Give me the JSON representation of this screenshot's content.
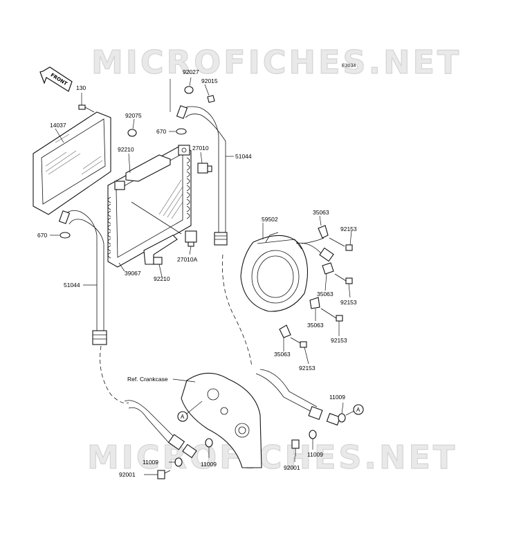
{
  "watermark": {
    "text": "MICROFICHES.NET"
  },
  "diagram": {
    "code": "E3034"
  },
  "front_arrow": {
    "label": "FRONT"
  },
  "reference": {
    "crankcase": "Ref. Crankcase",
    "marker": "A"
  },
  "parts": [
    {
      "key": "p130",
      "number": "130"
    },
    {
      "key": "p14037",
      "number": "14037"
    },
    {
      "key": "p92075",
      "number": "92075"
    },
    {
      "key": "p92210a",
      "number": "92210"
    },
    {
      "key": "p92027",
      "number": "92027"
    },
    {
      "key": "p92015",
      "number": "92015"
    },
    {
      "key": "p670a",
      "number": "670"
    },
    {
      "key": "p27010",
      "number": "27010"
    },
    {
      "key": "p51044a",
      "number": "51044"
    },
    {
      "key": "p670b",
      "number": "670"
    },
    {
      "key": "p51044b",
      "number": "51044"
    },
    {
      "key": "p39067",
      "number": "39067"
    },
    {
      "key": "p92210b",
      "number": "92210"
    },
    {
      "key": "p27010a",
      "number": "27010A"
    },
    {
      "key": "p59502",
      "number": "59502"
    },
    {
      "key": "p35063a",
      "number": "35063"
    },
    {
      "key": "p92153a",
      "number": "92153"
    },
    {
      "key": "p35063b",
      "number": "35063"
    },
    {
      "key": "p92153b",
      "number": "92153"
    },
    {
      "key": "p35063c",
      "number": "35063"
    },
    {
      "key": "p92153c",
      "number": "92153"
    },
    {
      "key": "p35063d",
      "number": "35063"
    },
    {
      "key": "p92153d",
      "number": "92153"
    },
    {
      "key": "p11009a",
      "number": "11009"
    },
    {
      "key": "p11009b",
      "number": "11009"
    },
    {
      "key": "p11009c",
      "number": "11009"
    },
    {
      "key": "p11009d",
      "number": "11009"
    },
    {
      "key": "p92001a",
      "number": "92001"
    },
    {
      "key": "p92001b",
      "number": "92001"
    }
  ]
}
